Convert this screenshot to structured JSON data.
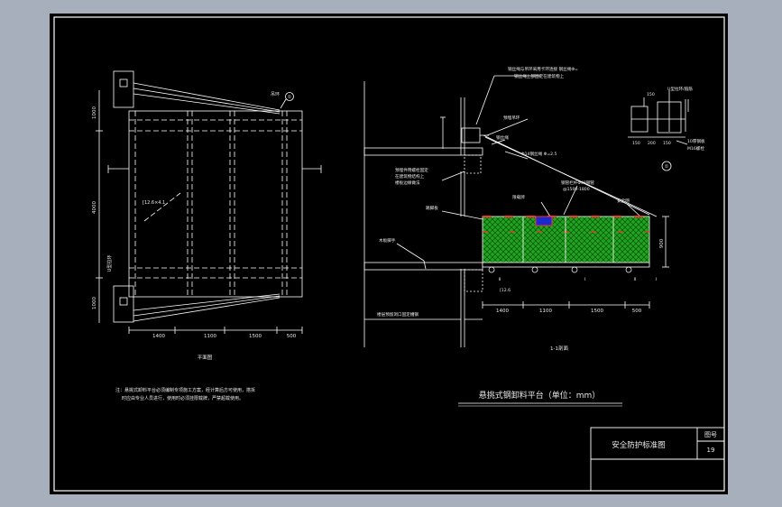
{
  "colors": {
    "background": "#a7aebc",
    "paper": "#000000",
    "line": "#ffffff",
    "mesh": "#1fa51f",
    "red": "#ff3030",
    "label": "#e8e8e8"
  },
  "plan": {
    "caption": "平面图",
    "dim_vertical": [
      "1000",
      "4000",
      "1000"
    ],
    "dim_bottom": [
      "1400",
      "1100",
      "1500",
      "500"
    ],
    "channel_label": "[12.6×4.1",
    "callout_label": "吊环",
    "callout_no": "①",
    "left_note": "U型拉环"
  },
  "section": {
    "caption": "1-1剖面",
    "dim_bottom": [
      "1400",
      "1100",
      "1500",
      "500"
    ],
    "dim_height": "900",
    "top_note_1": "钢丝绳与吊环采用卡环连接 钢丝绳Φ=",
    "top_note_2": "钢丝绳上部固定在建筑物上",
    "labels": {
      "wire_anchor": "预埋吊环",
      "wire_rope": "钢丝绳",
      "wire_spec": "Φ14钢丝绳 Φ=2.5",
      "beam_note_1": "预埋件用螺栓固定",
      "beam_note_2": "在建筑物结构上",
      "beam_note_3": "楼板边缘做法",
      "guardrail": "钢管栏杆Φ48钢管",
      "rail_spacing": "@1500-1800",
      "red_sign": "限载牌",
      "rail_top": "安全网",
      "steel_plate": "踢脚板",
      "skirting": "木板脚手",
      "floor_beam": "[12.6",
      "floor_note": "楼层预留洞口固定槽钢"
    },
    "tags": [
      "Ⅱ",
      "Ⅰ",
      "Ⅱ",
      "Ⅰ"
    ]
  },
  "detail": {
    "title_label": "U型拉环/箍筋",
    "dims_top": "150",
    "dims_bottom": [
      "150",
      "200",
      "150"
    ],
    "side_label_1": "10厚钢板",
    "side_label_2": "M16螺栓",
    "callout_no": "①"
  },
  "notes": {
    "line1": "注：悬挑式卸料平台必须编制专项施工方案，经计算后方可使用，搭拆",
    "line2": "时应由专业人员进行，使用时必须挂限载牌，严禁超载使用。"
  },
  "main_title": "悬挑式钢卸料平台（单位：mm）",
  "title_block": {
    "name": "安全防护标准图",
    "sheet_label": "图号",
    "sheet_no": "19"
  }
}
